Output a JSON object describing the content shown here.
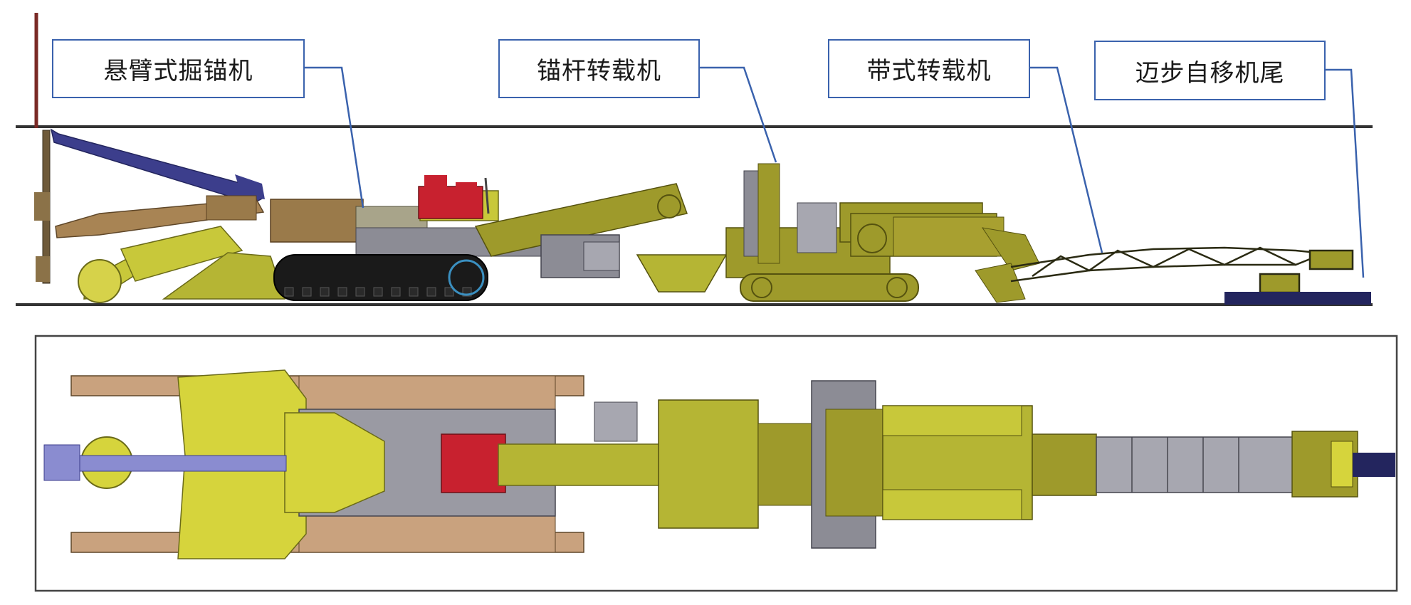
{
  "labels": {
    "cantilever_roadheader": "悬臂式掘锚机",
    "bolter_transfer": "锚杆转载机",
    "belt_transfer": "带式转载机",
    "walking_tail": "迈步自移机尾"
  },
  "colors": {
    "callout_border": "#3a62ad",
    "machine_olive": "#9e9a2b",
    "machine_yellow": "#c8c83a",
    "machine_tan": "#c9a27e",
    "machine_red": "#c8212f",
    "boom_blue": "#3c3e8c",
    "crawler_black": "#1a1a1a",
    "steel_grey": "#8c8c95"
  }
}
